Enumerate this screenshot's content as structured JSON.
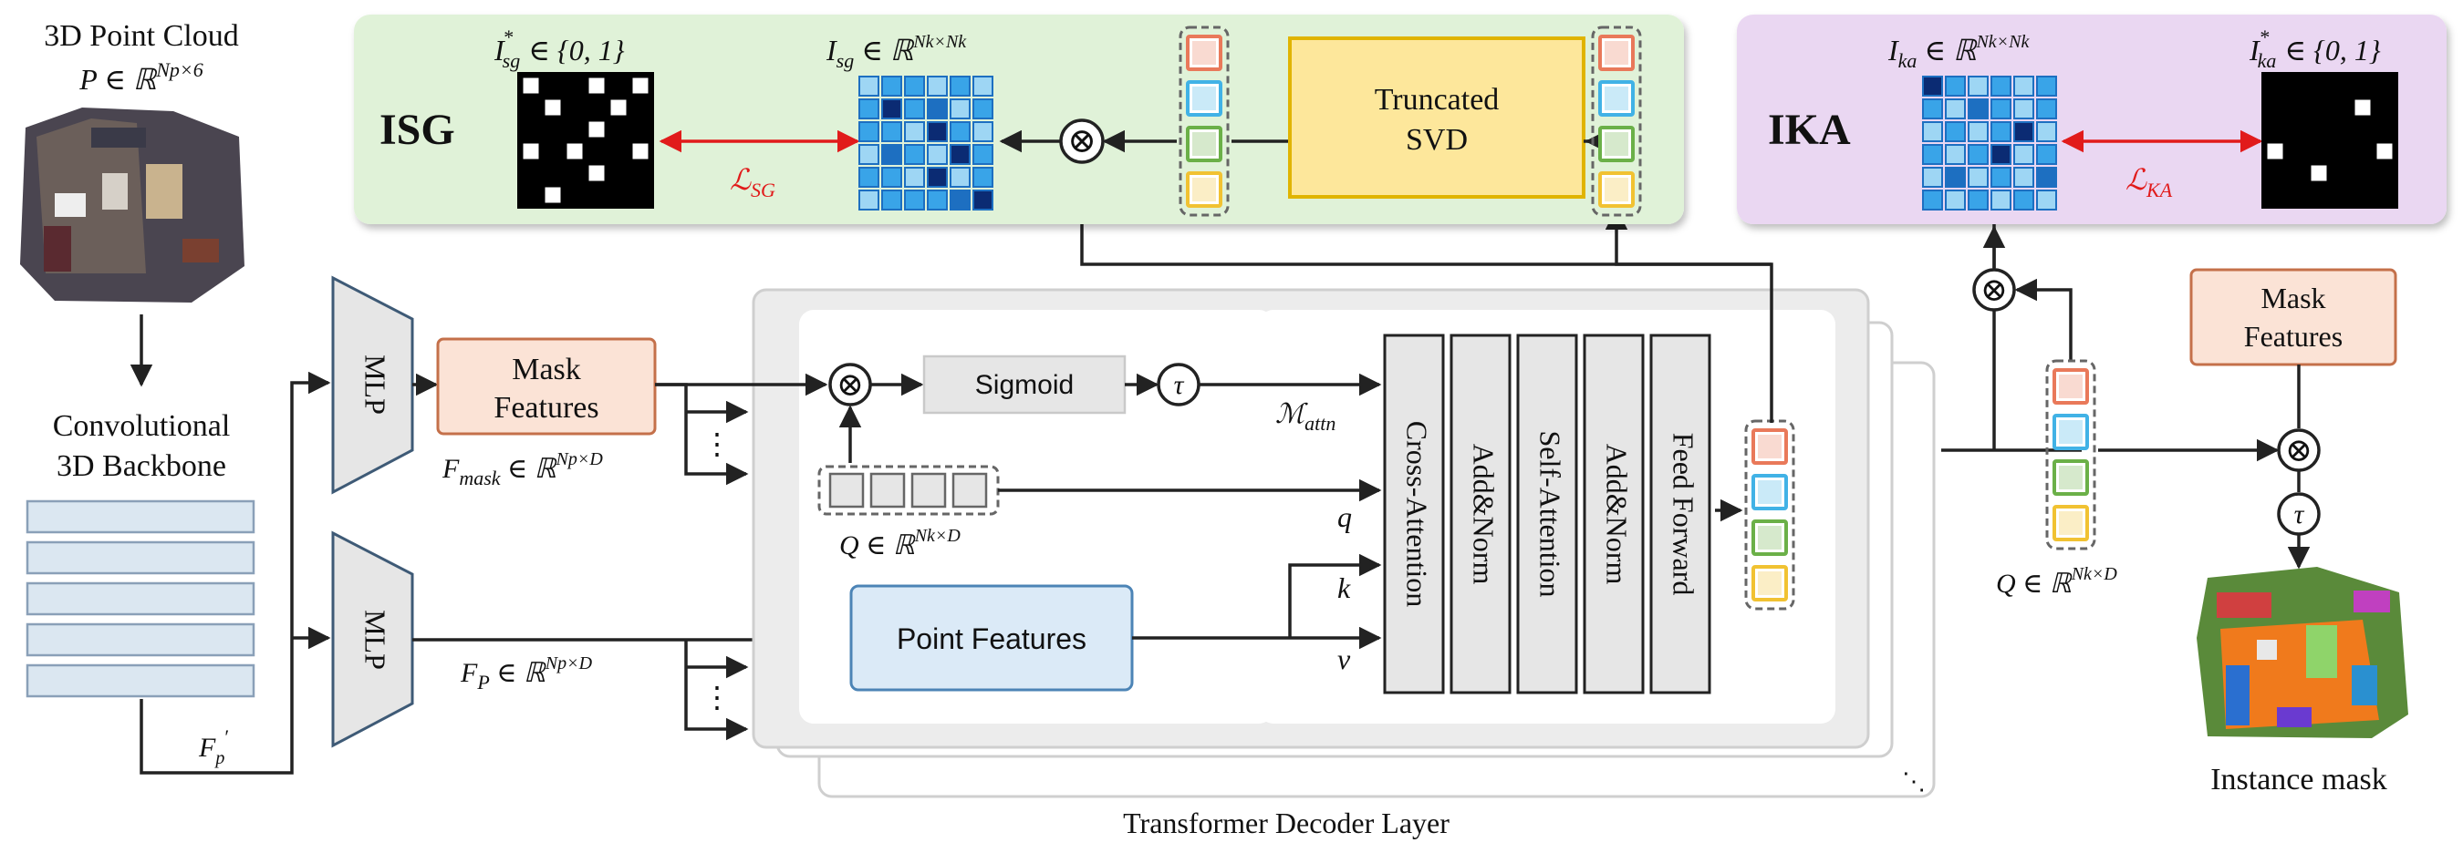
{
  "colors": {
    "isg_bg": "#e0f2d8",
    "isg_label": "#6fae7a",
    "ika_bg": "#ead7f2",
    "ika_label": "#c3a0d8",
    "mask_features_fill": "#fbe3d6",
    "mask_features_stroke": "#c4704a",
    "svd_fill": "#fde79b",
    "svd_stroke": "#e0b400",
    "point_features_fill": "#dbeaf7",
    "point_features_stroke": "#4c84b6",
    "loss_red": "#e11b1b",
    "query_colors": [
      "#e9795a",
      "#41b2e6",
      "#6bb048",
      "#f1c232"
    ],
    "heat_colors": [
      "#0b2b73",
      "#1d6fc1",
      "#39a4e8",
      "#9ed6f4"
    ]
  },
  "input": {
    "title": "3D Point Cloud",
    "math": "P ∈ ℝ",
    "math_sup": "Np×6",
    "backbone_line1": "Convolutional",
    "backbone_line2": "3D Backbone",
    "fp_prime": "F",
    "fp_prime_sub": "p",
    "fp_prime_prime": "′"
  },
  "mlp": {
    "top": "MLP",
    "bottom": "MLP"
  },
  "mask_features": {
    "line1": "Mask",
    "line2": "Features",
    "math_f": "F",
    "math_sub": "mask",
    "math_rest": " ∈ ℝ",
    "math_sup": "Np×D"
  },
  "point_branch": {
    "math_f": "F",
    "math_sub": "P",
    "math_rest": " ∈ ℝ",
    "math_sup": "Np×D",
    "point_features": "Point Features"
  },
  "attention": {
    "otimes": "⊗",
    "sigmoid": "Sigmoid",
    "tau": "τ",
    "m_attn": "ℳ",
    "m_attn_sub": "attn",
    "q": "q",
    "k": "k",
    "v": "v",
    "query_math": "Q ∈ ℝ",
    "query_sup": "Nk×D"
  },
  "decoder": {
    "blocks": [
      "Cross-Attention",
      "Add&Norm",
      "Self-Attention",
      "Add&Norm",
      "Feed Forward"
    ],
    "caption": "Transformer Decoder Layer"
  },
  "isg": {
    "label": "ISG",
    "binary_label": "I",
    "binary_sub": "sg",
    "binary_sup": "*",
    "binary_set": " ∈ {0, 1}",
    "sim_label": "I",
    "sim_sub": "sg",
    "sim_rest": " ∈ ℝ",
    "sim_sup": "Nk×Nk",
    "loss": "ℒ",
    "loss_sub": "SG",
    "svd_line1": "Truncated",
    "svd_line2": "SVD"
  },
  "ika": {
    "label": "IKA",
    "sim_label": "I",
    "sim_sub": "ka",
    "sim_rest": " ∈ ℝ",
    "sim_sup": "Nk×Nk",
    "binary_label": "I",
    "binary_sub": "ka",
    "binary_sup": "*",
    "binary_set": " ∈ {0, 1}",
    "loss": "ℒ",
    "loss_sub": "KA"
  },
  "output": {
    "mask_line1": "Mask",
    "mask_line2": "Features",
    "query_math": "Q ∈ ℝ",
    "query_sup": "Nk×D",
    "tau": "τ",
    "instance_mask": "Instance mask"
  },
  "matrices": {
    "sg_binary": [
      [
        1,
        0,
        0,
        1,
        0,
        1
      ],
      [
        0,
        1,
        0,
        0,
        1,
        0
      ],
      [
        0,
        0,
        0,
        1,
        0,
        0
      ],
      [
        1,
        0,
        1,
        0,
        0,
        1
      ],
      [
        0,
        0,
        0,
        1,
        0,
        0
      ],
      [
        0,
        1,
        0,
        0,
        0,
        0
      ]
    ],
    "sg_heat": [
      [
        3,
        2,
        2,
        3,
        2,
        3
      ],
      [
        2,
        0,
        2,
        1,
        3,
        2
      ],
      [
        2,
        2,
        3,
        0,
        2,
        3
      ],
      [
        3,
        1,
        2,
        3,
        0,
        2
      ],
      [
        2,
        2,
        3,
        0,
        3,
        2
      ],
      [
        3,
        2,
        2,
        2,
        1,
        0
      ]
    ],
    "ka_heat": [
      [
        0,
        2,
        3,
        2,
        3,
        2
      ],
      [
        2,
        3,
        1,
        2,
        3,
        2
      ],
      [
        3,
        2,
        3,
        2,
        0,
        3
      ],
      [
        2,
        3,
        2,
        0,
        3,
        2
      ],
      [
        3,
        1,
        3,
        2,
        3,
        1
      ],
      [
        2,
        3,
        2,
        3,
        2,
        3
      ]
    ],
    "ka_binary": [
      [
        0,
        0,
        0,
        0,
        0,
        0
      ],
      [
        0,
        0,
        0,
        0,
        1,
        0
      ],
      [
        0,
        0,
        0,
        0,
        0,
        0
      ],
      [
        1,
        0,
        0,
        0,
        0,
        1
      ],
      [
        0,
        0,
        1,
        0,
        0,
        0
      ],
      [
        0,
        0,
        0,
        0,
        0,
        0
      ]
    ]
  }
}
